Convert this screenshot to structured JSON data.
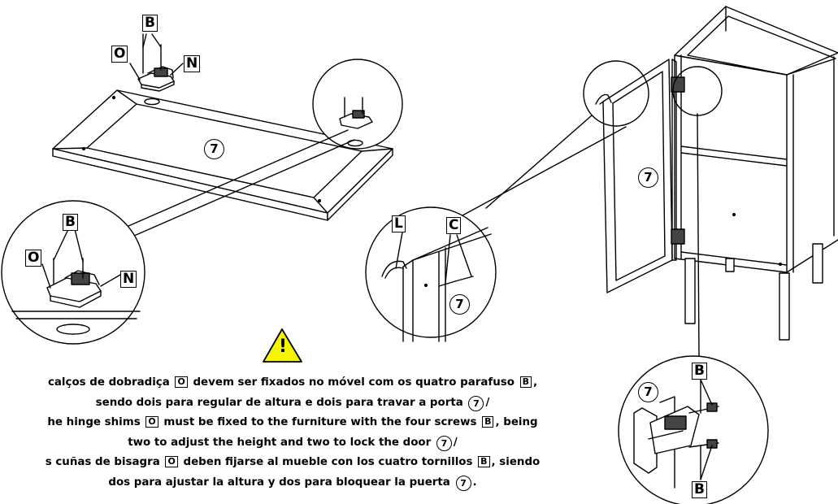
{
  "labels": {
    "B": "B",
    "C": "C",
    "L": "L",
    "N": "N",
    "O": "O"
  },
  "part_number": "7",
  "warning_symbol": "!",
  "instructions": {
    "pt": {
      "l1_a": "calços de dobradiça",
      "l1_b": "devem ser fixados no móvel com os quatro parafuso",
      "l1_c": ",",
      "l2_a": "sendo dois para regular de altura e dois para travar a porta",
      "l2_b": "/"
    },
    "en": {
      "l1_a": "he hinge shims",
      "l1_b": "must be fixed to the furniture with the four screws",
      "l1_c": ", being",
      "l2_a": "two to adjust the height and two to lock the door",
      "l2_b": "/"
    },
    "es": {
      "l1_a": "s cuñas de bisagra",
      "l1_b": "deben fijarse al mueble con los cuatro tornillos",
      "l1_c": ", siendo",
      "l2_a": "dos para ajustar la altura y dos para bloquear la puerta",
      "l2_b": "."
    }
  },
  "colors": {
    "line": "#000000",
    "warning_fill": "#f5f500",
    "background": "#ffffff"
  }
}
